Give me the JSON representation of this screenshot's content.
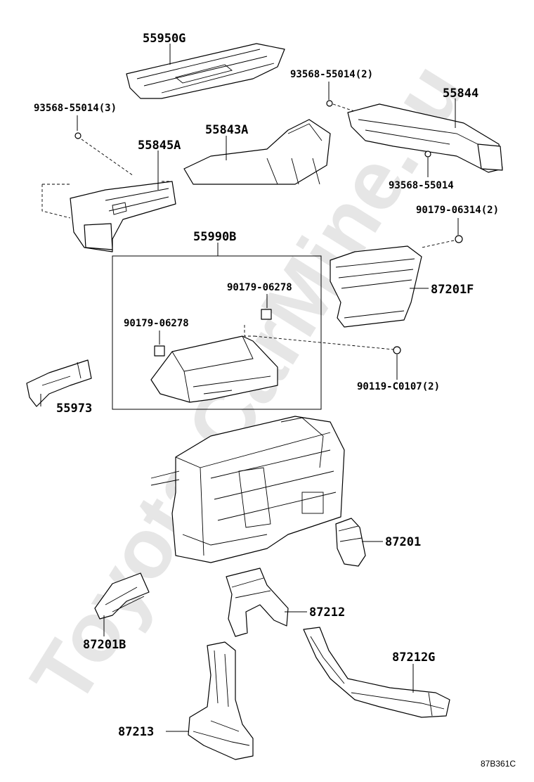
{
  "watermark": "Toyota CarMine.ru",
  "diagram_code": "87B361C",
  "labels": {
    "p55950G": "55950G",
    "p93568_55014_2": "93568-55014(2)",
    "p55844": "55844",
    "p93568_55014_3": "93568-55014(3)",
    "p55843A": "55843A",
    "p55845A": "55845A",
    "p93568_55014": "93568-55014",
    "p90179_06314_2": "90179-06314(2)",
    "p55990B": "55990B",
    "p90179_06278_a": "90179-06278",
    "p90179_06278_b": "90179-06278",
    "p87201F": "87201F",
    "p90119_C0107_2": "90119-C0107(2)",
    "p55973": "55973",
    "p87201": "87201",
    "p87212": "87212",
    "p87201B": "87201B",
    "p87212G": "87212G",
    "p87213": "87213"
  }
}
